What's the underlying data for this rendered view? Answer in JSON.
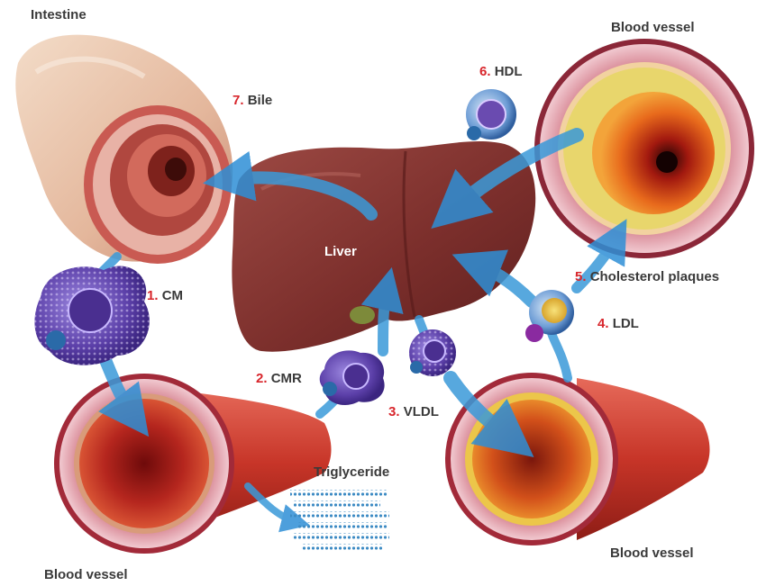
{
  "labels": {
    "intestine": "Intestine",
    "blood_vessel_top": "Blood vessel",
    "blood_vessel_bottom_right": "Blood vessel",
    "blood_vessel_bottom_left": "Blood vessel",
    "liver": "Liver",
    "triglyceride": "Triglyceride"
  },
  "steps": [
    {
      "num": "1.",
      "name": "CM"
    },
    {
      "num": "2.",
      "name": "CMR"
    },
    {
      "num": "3.",
      "name": "VLDL"
    },
    {
      "num": "4.",
      "name": "LDL"
    },
    {
      "num": "5.",
      "name": "Cholesterol plaques"
    },
    {
      "num": "6.",
      "name": "HDL"
    },
    {
      "num": "7.",
      "name": "Bile"
    }
  ],
  "colors": {
    "step_number": "#d8262c",
    "label_text": "#3a3a3a",
    "arrow": "#3a9ad9",
    "liver": "#8a3a36",
    "vessel_wall": "#e7b7bf",
    "vessel_lumen": "#a8201c",
    "lipoprotein": "#6a4bb0"
  }
}
